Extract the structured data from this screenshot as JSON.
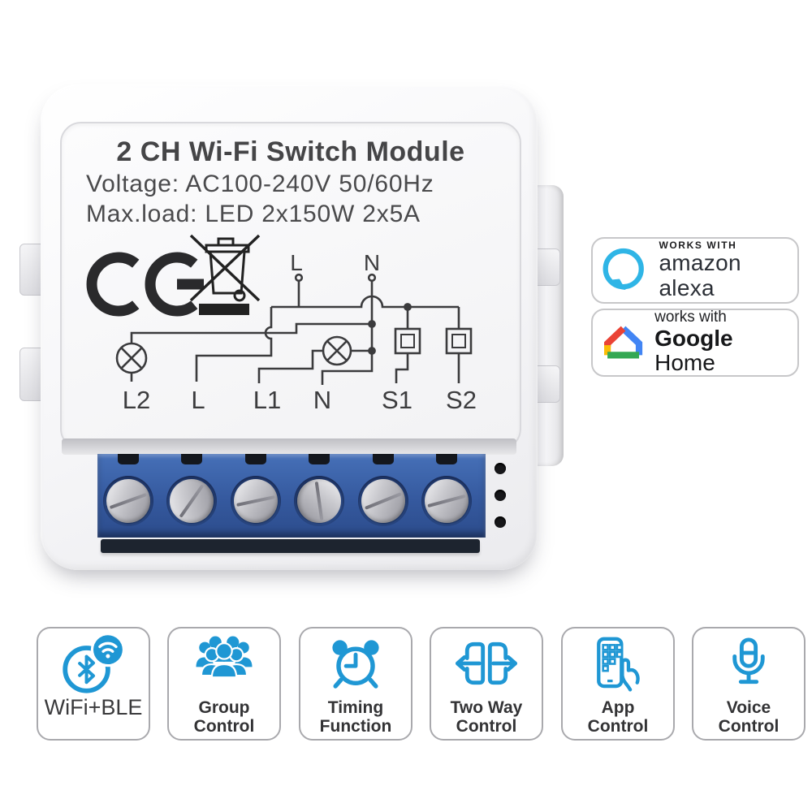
{
  "product": {
    "title": "2 CH Wi-Fi Switch Module",
    "voltage_line": "Voltage: AC100-240V 50/60Hz",
    "max_load_line": "Max.load: LED 2x150W 2x5A",
    "certification_marks": [
      "ce-mark",
      "weee-crossed-bin-mark"
    ],
    "diagram": {
      "top_terminals": [
        "L",
        "N"
      ],
      "bottom_terminals": [
        "L2",
        "L",
        "L1",
        "N",
        "S1",
        "S2"
      ]
    },
    "terminal_screw_count": 6
  },
  "badges": {
    "alexa": {
      "works_with": "WORKS WITH",
      "brand": "amazon alexa",
      "icon": "alexa-circle-icon"
    },
    "google": {
      "works_with": "works with",
      "brand_bold": "Google",
      "brand_regular": "Home",
      "icon": "google-home-house-icon"
    }
  },
  "features": [
    {
      "icon": "wifi-bluetooth-icon",
      "line1": "WiFi+BLE",
      "line2": ""
    },
    {
      "icon": "group-people-icon",
      "line1": "Group",
      "line2": "Control"
    },
    {
      "icon": "alarm-clock-icon",
      "line1": "Timing",
      "line2": "Function"
    },
    {
      "icon": "two-way-arrows-icon",
      "line1": "Two Way",
      "line2": "Control"
    },
    {
      "icon": "phone-hand-icon",
      "line1": "App",
      "line2": "Control"
    },
    {
      "icon": "microphone-icon",
      "line1": "Voice",
      "line2": "Control"
    }
  ],
  "colors": {
    "feature_blue": "#1f97d4",
    "alexa_blue": "#2fb5e6",
    "terminal_block_blue": "#35599e",
    "google_red": "#EA4335",
    "google_blue": "#4285F4",
    "google_yellow": "#FBBC05",
    "google_green": "#34A853",
    "print_dark": "#3c3c3e"
  }
}
